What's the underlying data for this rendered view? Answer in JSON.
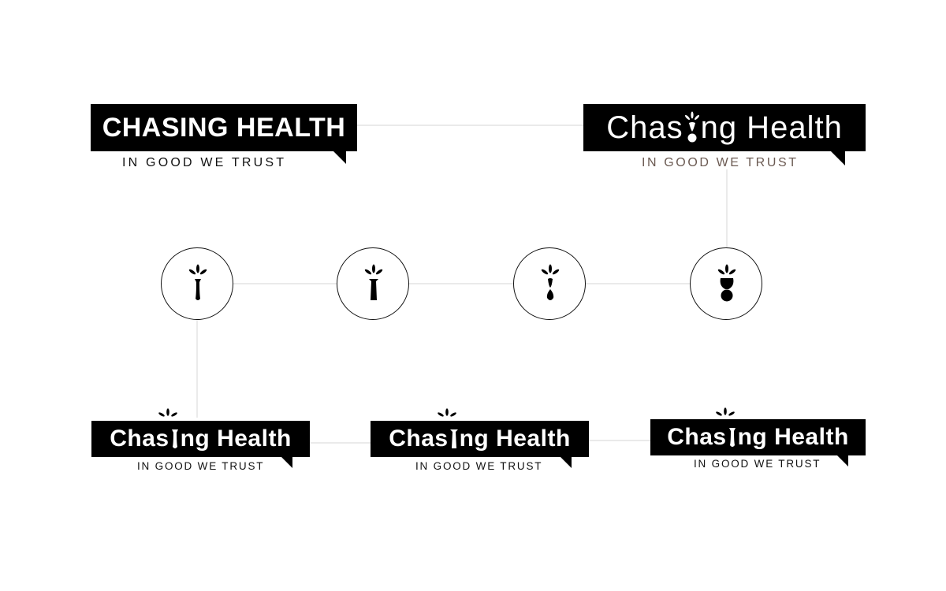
{
  "colors": {
    "ink": "#000000",
    "tagline_brown": "#6b5a52",
    "connector": "#e4e4e4"
  },
  "logos": [
    {
      "id": "wordmark-caps",
      "title": "CHASING HEALTH",
      "tagline": "IN GOOD WE TRUST"
    },
    {
      "id": "wordmark-final",
      "title_prefix": "Chas",
      "title_suffix": "ng Health",
      "tagline": "IN GOOD WE TRUST"
    },
    {
      "id": "variant-1",
      "title_prefix": "Chas",
      "title_suffix": "ng Health",
      "tagline": "IN GOOD WE TRUST"
    },
    {
      "id": "variant-2",
      "title_prefix": "Chas",
      "title_suffix": "ng Health",
      "tagline": "IN GOOD WE TRUST"
    },
    {
      "id": "variant-3",
      "title_prefix": "Chas",
      "title_suffix": "ng Health",
      "tagline": "IN GOOD WE TRUST"
    }
  ],
  "icon_stages": [
    {
      "name": "stage-1-tapered-stem-icon"
    },
    {
      "name": "stage-2-straight-stem-icon"
    },
    {
      "name": "stage-3-wavy-stem-icon"
    },
    {
      "name": "stage-4-figure-icon"
    }
  ]
}
